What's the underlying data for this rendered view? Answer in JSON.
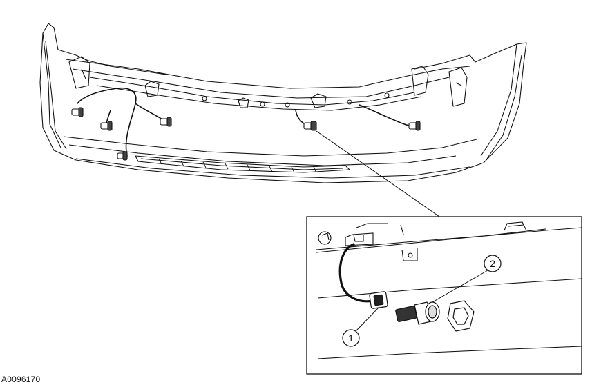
{
  "figure_id": "A0096170",
  "callouts": [
    {
      "number": "1"
    },
    {
      "number": "2"
    }
  ]
}
